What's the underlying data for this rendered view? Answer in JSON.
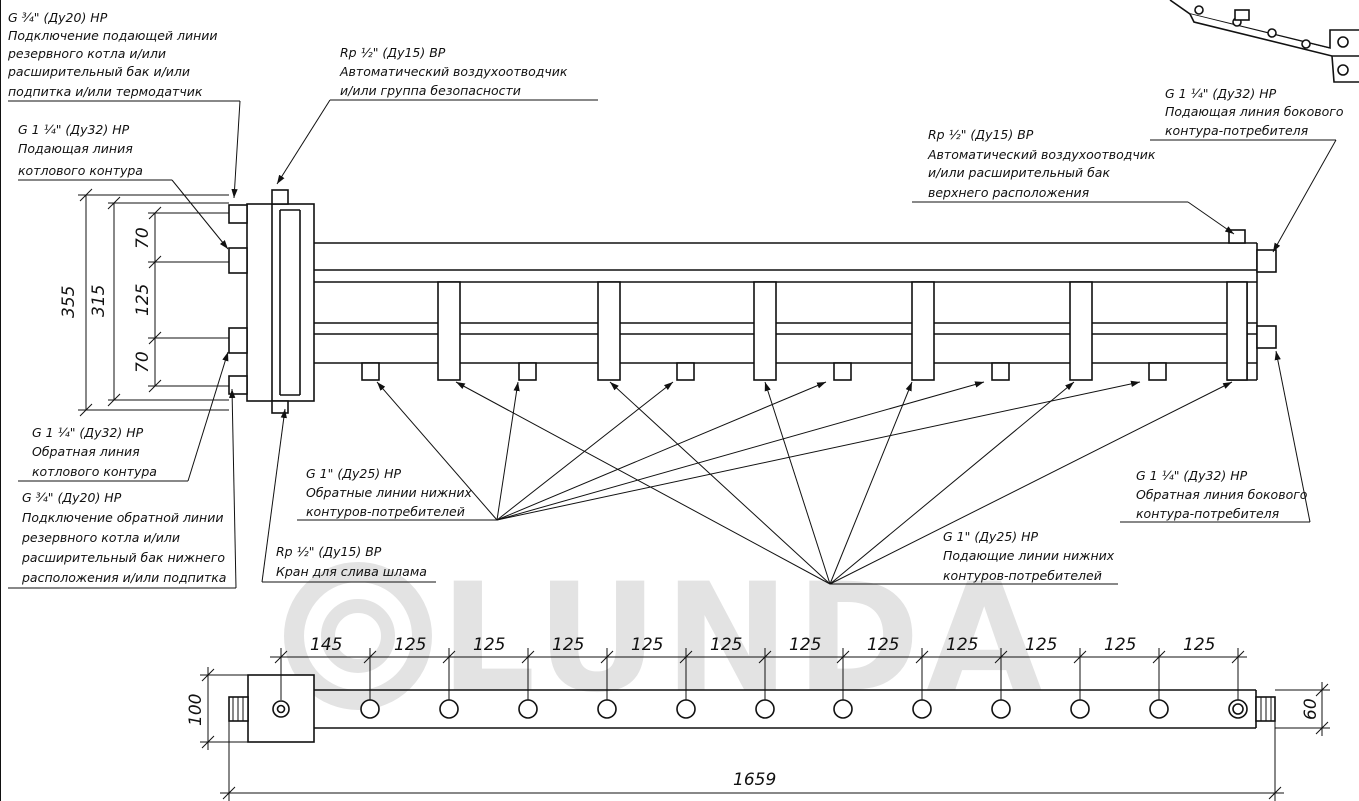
{
  "watermark": {
    "brand": "LUNDA"
  },
  "callouts": [
    {
      "id": "left-top",
      "lines": [
        "G ¾\" (Ду20) НР",
        "Подключение подающей линии",
        "резервного котла и/или",
        "расширительный бак и/или",
        "подпитка и/или термодатчик"
      ]
    },
    {
      "id": "left-supply",
      "lines": [
        "G 1 ¼\" (Ду32) НР",
        "Подающая линия",
        "котлового контура"
      ]
    },
    {
      "id": "air-vent-left",
      "lines": [
        "Rp ½\" (Ду15) ВР",
        "Автоматический воздухоотводчик",
        "и/или группа безопасности"
      ]
    },
    {
      "id": "air-vent-right",
      "lines": [
        "Rp ½\" (Ду15) ВР",
        "Автоматический воздухоотводчик",
        "и/или расширительный бак",
        "верхнего расположения"
      ]
    },
    {
      "id": "side-supply",
      "lines": [
        "G 1 ¼\" (Ду32) НР",
        "Подающая линия бокового",
        "контура-потребителя"
      ]
    },
    {
      "id": "left-return",
      "lines": [
        "G 1 ¼\" (Ду32) НР",
        "Обратная линия",
        "котлового контура"
      ]
    },
    {
      "id": "left-bottom",
      "lines": [
        "G ¾\" (Ду20) НР",
        "Подключение обратной линии",
        "резервного котла и/или",
        "расширительный бак нижнего",
        "расположения и/или подпитка"
      ]
    },
    {
      "id": "drain",
      "lines": [
        "Rp ½\" (Ду15) ВР",
        "Кран для слива шлама"
      ]
    },
    {
      "id": "lower-returns",
      "lines": [
        "G 1\" (Ду25) НР",
        "Обратные линии нижних",
        "контуров-потребителей"
      ]
    },
    {
      "id": "lower-supplies",
      "lines": [
        "G 1\" (Ду25) НР",
        "Подающие линии нижних",
        "контуров-потребителей"
      ]
    },
    {
      "id": "side-return",
      "lines": [
        "G 1 ¼\" (Ду32) НР",
        "Обратная линия бокового",
        "контура-потребителя"
      ]
    }
  ],
  "dimensions": {
    "side_view": {
      "overall": "355",
      "inner": "315",
      "top_gap": "70",
      "middle_gap": "125",
      "bottom_gap": "70"
    },
    "plan_view": {
      "spacings": [
        "145",
        "125",
        "125",
        "125",
        "125",
        "125",
        "125",
        "125",
        "125",
        "125",
        "125",
        "125"
      ],
      "total_length": "1659",
      "block_height": "100",
      "pipe_height": "60"
    }
  }
}
